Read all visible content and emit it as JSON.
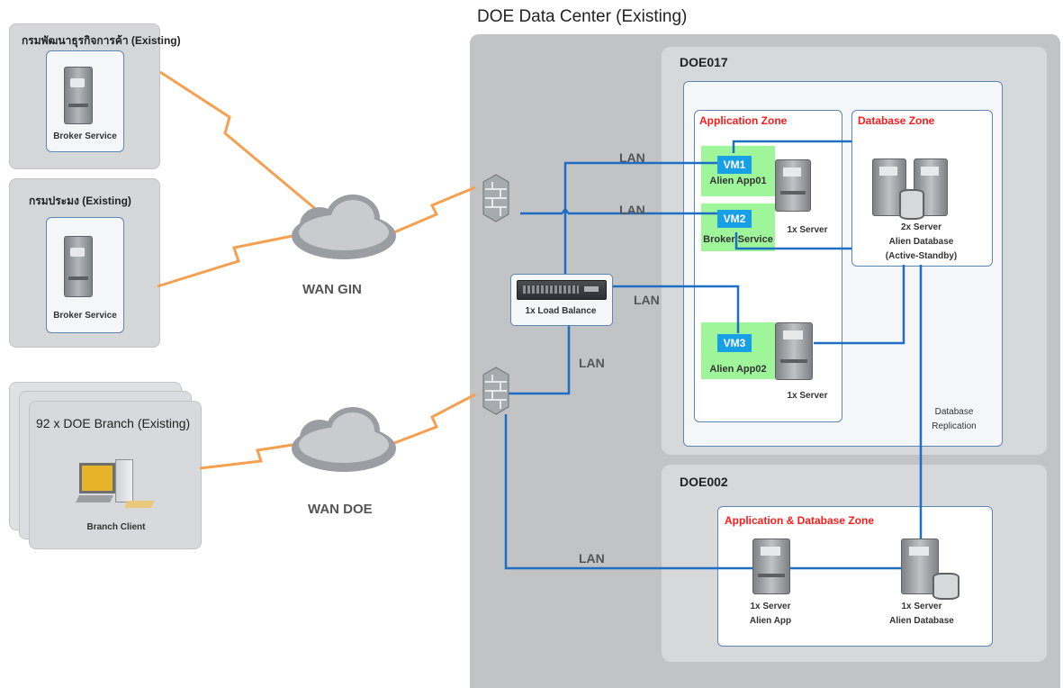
{
  "datacenter": {
    "title": "DOE Data Center (Existing)"
  },
  "external": {
    "dbd": {
      "title": "กรมพัฒนาธุรกิจการค้า (Existing)",
      "server_label": "Broker Service"
    },
    "fisheries": {
      "title": "กรมประมง (Existing)",
      "server_label": "Broker Service"
    },
    "branch": {
      "title": "92 x DOE Branch (Existing)",
      "client_label": "Branch Client"
    }
  },
  "wan": {
    "gin": "WAN GIN",
    "doe": "WAN DOE"
  },
  "lan_label": "LAN",
  "load_balancer": {
    "label": "1x Load Balance"
  },
  "doe017": {
    "title": "DOE017",
    "app_zone": {
      "title": "Application Zone",
      "vm1": {
        "name": "VM1",
        "app": "Alien App01"
      },
      "vm2": {
        "name": "VM2",
        "app": "Broker Service"
      },
      "vm3": {
        "name": "VM3",
        "app": "Alien App02"
      },
      "server1": "1x Server",
      "server2": "1x Server"
    },
    "db_zone": {
      "title": "Database Zone",
      "line1": "2x Server",
      "line2": "Alien Database",
      "line3": "(Active-Standby)"
    },
    "replication": {
      "line1": "Database",
      "line2": "Replication"
    }
  },
  "doe002": {
    "title": "DOE002",
    "zone": {
      "title": "Application & Database Zone",
      "app_server": {
        "line1": "1x Server",
        "line2": "Alien App"
      },
      "db_server": {
        "line1": "1x Server",
        "line2": "Alien Database"
      }
    }
  }
}
